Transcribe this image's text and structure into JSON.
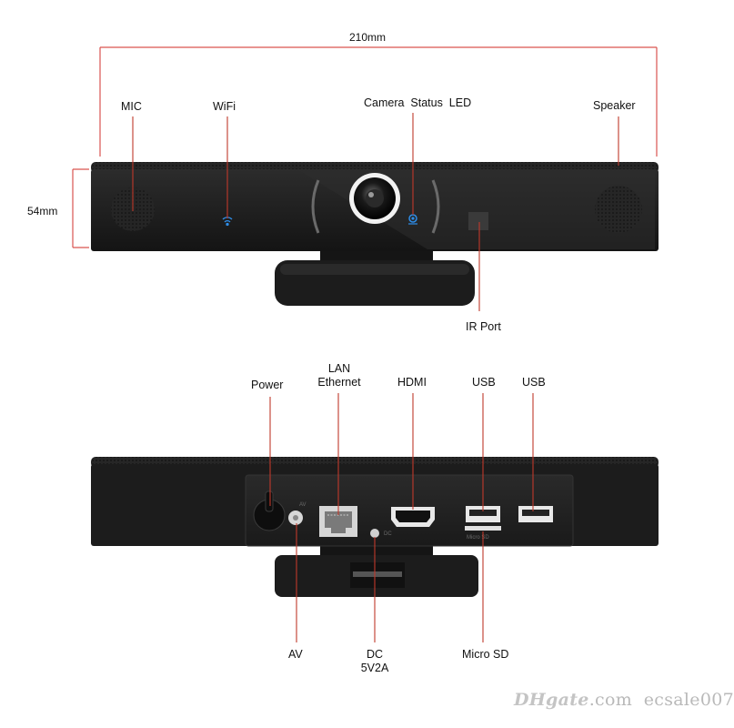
{
  "dimensions": {
    "width": "210mm",
    "height": "54mm"
  },
  "front_labels": {
    "mic": "MIC",
    "wifi": "WiFi",
    "camera_status_led": "Camera  Status  LED",
    "speaker": "Speaker",
    "ir_port": "IR Port"
  },
  "back_labels": {
    "power": "Power",
    "lan_line1": "LAN",
    "lan_line2": "Ethernet",
    "hdmi": "HDMI",
    "usb_1": "USB",
    "usb_2": "USB",
    "av": "AV",
    "dc_line1": "DC",
    "dc_line2": "5V2A",
    "micro_sd": "Micro SD"
  },
  "port_panel_print": {
    "av": "AV",
    "dc": "DC",
    "micro_sd": "Micro SD"
  },
  "watermark": {
    "brand": "DHgate",
    "domain": ".com",
    "seller": "ecsale007"
  },
  "colors": {
    "leader_line": "#c0392b",
    "dimension_line": "#d9534f",
    "body": "#1e1e1e",
    "led_blue": "#2e8de8"
  },
  "icons": [
    "wifi-icon",
    "camera-lens-icon",
    "speaker-grille-icon",
    "mic-grille-icon",
    "ethernet-port-icon",
    "hdmi-port-icon",
    "usb-port-icon"
  ]
}
